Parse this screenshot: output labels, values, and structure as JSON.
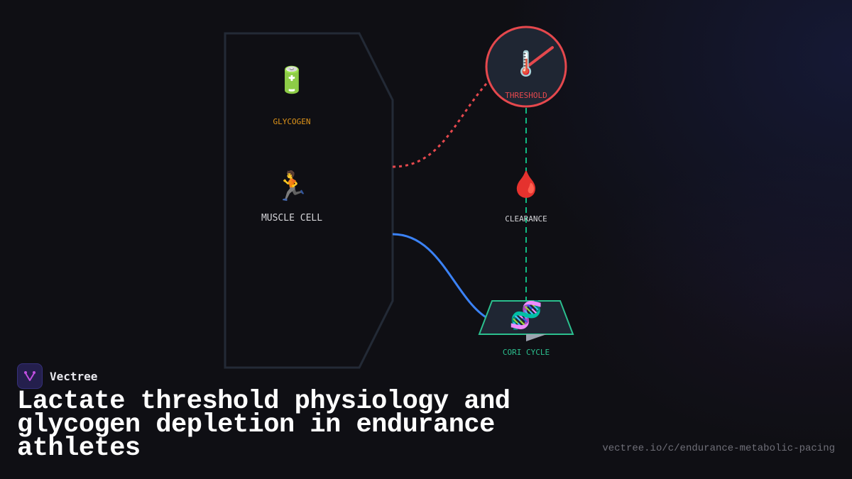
{
  "brand": {
    "name": "Vectree"
  },
  "title": "Lactate threshold physiology and glycogen depletion in endurance athletes",
  "url": "vectree.io/c/endurance-metabolic-pacing",
  "colors": {
    "background": "#0f0f14",
    "container_stroke": "#232a36",
    "threshold_red": "#e5484d",
    "glycogen_orange": "#e0951a",
    "flow_blue": "#3b82f6",
    "dashed_green": "#10b981",
    "cori_green": "#2bbf8e",
    "node_fill": "#1f2633",
    "label_light": "#d4d4d8"
  },
  "diagram": {
    "container": {
      "name": "muscle-cell-compartment"
    },
    "nodes": [
      {
        "id": "glycogen",
        "label": "GLYCOGEN",
        "icon": "battery-icon",
        "glyph": "🔋"
      },
      {
        "id": "muscle_cell",
        "label": "MUSCLE CELL",
        "icon": "runner-icon",
        "glyph": "🏃"
      },
      {
        "id": "threshold",
        "label": "THRESHOLD",
        "icon": "thermometer-icon",
        "glyph": "🌡️"
      },
      {
        "id": "clearance",
        "label": "CLEARANCE",
        "icon": "blood-drop-icon",
        "glyph": "🩸"
      },
      {
        "id": "cori_cycle",
        "label": "CORI CYCLE",
        "icon": "dna-icon",
        "glyph": "🧬"
      }
    ],
    "edges": [
      {
        "from": "muscle_cell",
        "to": "threshold",
        "style": "dotted",
        "color": "#e5484d"
      },
      {
        "from": "muscle_cell",
        "to": "cori_cycle",
        "style": "solid",
        "color": "#3b82f6"
      },
      {
        "from": "threshold",
        "to": "cori_cycle",
        "style": "dashed",
        "color": "#10b981",
        "via": "clearance"
      }
    ]
  }
}
